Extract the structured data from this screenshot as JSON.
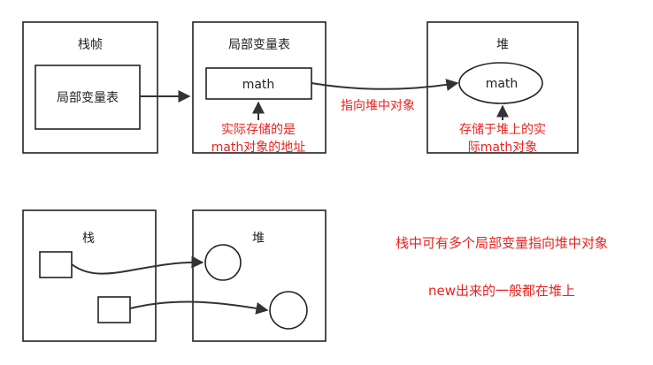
{
  "diagram_top": {
    "stack_frame": {
      "title": "栈帧",
      "inner_label": "局部变量表"
    },
    "local_var_table": {
      "title": "局部变量表",
      "slot_label": "math",
      "note_lines": [
        "实际存储的是",
        "math对象的地址"
      ]
    },
    "heap": {
      "title": "堆",
      "object_label": "math",
      "note_lines": [
        "存储于堆上的实",
        "际math对象"
      ]
    },
    "edge_label": "指向堆中对象"
  },
  "diagram_bottom": {
    "stack": {
      "title": "栈"
    },
    "heap": {
      "title": "堆"
    }
  },
  "notes": [
    "栈中可有多个局部变量指向堆中对象",
    "new出来的一般都在堆上"
  ],
  "colors": {
    "stroke": "#222222",
    "annotation_text": "#e8231f",
    "background": "#ffffff"
  }
}
